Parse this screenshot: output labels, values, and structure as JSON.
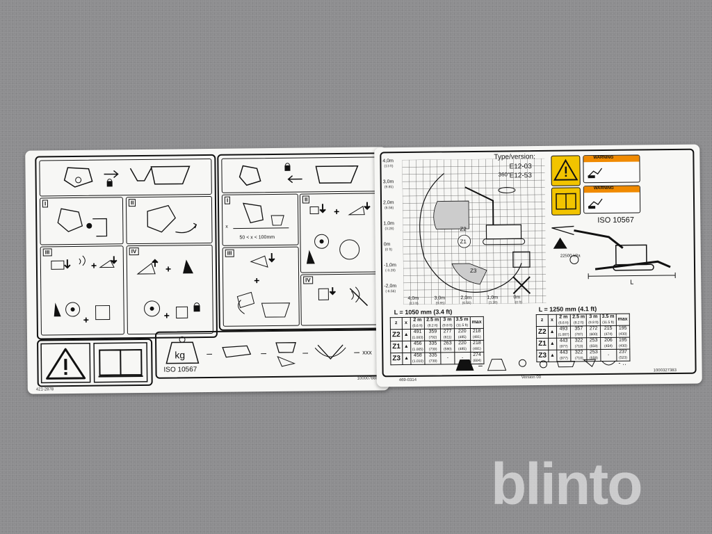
{
  "left_sticker": {
    "condition_label": "50 < x < 100mm",
    "x_marker": "x",
    "steps": [
      "I",
      "II",
      "III",
      "IV"
    ],
    "kg": "kg",
    "iso": "ISO 10567",
    "dash": "–",
    "suffix": "xxx",
    "part_number": "421-2878",
    "code": "1000078884"
  },
  "right_sticker": {
    "type_label": "Type/version:",
    "versions": [
      "E12-03",
      "E12-53"
    ],
    "rotation": "360°",
    "iso": "ISO 10567",
    "y_axis": [
      "4,0m",
      "3,0m",
      "2,0m",
      "1,0m",
      "0m",
      "-1,0m",
      "-2,0m"
    ],
    "y_axis_ft": [
      "(13 ft)",
      "(9.85)",
      "(6.56)",
      "(3.28)",
      "(0 ft)",
      "(-3.28)",
      "(-6.56)"
    ],
    "x_axis": [
      "4,0m",
      "3,0m",
      "2,0m",
      "1,0m",
      "0m"
    ],
    "x_axis_ft": [
      "(13 ft)",
      "(9.85)",
      "(6.56)",
      "(3.28)",
      "(0 ft)"
    ],
    "zones": [
      "Z2",
      "Z1",
      "Z3"
    ],
    "pressure": "22500 kPa",
    "warning_word": "WARNING",
    "tables": [
      {
        "title": "L = 1050 mm (3.4 ft)",
        "headers": [
          "2 m",
          "2.5 m",
          "3 m",
          "3.5 m",
          "max"
        ],
        "headers_ft": [
          "(6.6 ft)",
          "(8.2 ft)",
          "(9.8 ft)",
          "(11.5 ft)",
          ""
        ],
        "rows": [
          {
            "z": "Z2",
            "values": [
              "491",
              "359",
              "277",
              "220",
              "218"
            ],
            "sub": [
              "(1.083)",
              "(792)",
              "(611)",
              "(485)",
              "(481)"
            ]
          },
          {
            "z": "Z1",
            "values": [
              "456",
              "335",
              "263",
              "220",
              "218"
            ],
            "sub": [
              "(1.005)",
              "(739)",
              "(580)",
              "(485)",
              "(481)"
            ]
          },
          {
            "z": "Z3",
            "values": [
              "458",
              "335",
              "-",
              "-",
              "274"
            ],
            "sub": [
              "(1.010)",
              "(739)",
              "",
              "",
              "(604)"
            ]
          }
        ]
      },
      {
        "title": "L = 1250 mm (4.1 ft)",
        "headers": [
          "2 m",
          "2.5 m",
          "3 m",
          "3.5 m",
          "max"
        ],
        "headers_ft": [
          "(6.6 ft)",
          "(8.2 ft)",
          "(9.8 ft)",
          "(11.5 ft)",
          ""
        ],
        "rows": [
          {
            "z": "Z2",
            "values": [
              "493",
              "357",
              "272",
              "215",
              "195"
            ],
            "sub": [
              "(1.087)",
              "(787)",
              "(600)",
              "(474)",
              "(430)"
            ]
          },
          {
            "z": "Z1",
            "values": [
              "443",
              "322",
              "253",
              "206",
              "195"
            ],
            "sub": [
              "(977)",
              "(710)",
              "(558)",
              "(454)",
              "(430)"
            ]
          },
          {
            "z": "Z3",
            "values": [
              "443",
              "322",
              "253",
              "-",
              "237"
            ],
            "sub": [
              "(977)",
              "(710)",
              "(558)",
              "",
              "(523)"
            ]
          }
        ]
      }
    ],
    "part_number": "469-0314",
    "version": "Version 00",
    "code": "1000327383"
  },
  "watermark": "blinto",
  "colors": {
    "warning_yellow": "#f2c400",
    "warning_orange": "#f08a00",
    "ink": "#111111",
    "sticker": "#f7f7f5"
  }
}
